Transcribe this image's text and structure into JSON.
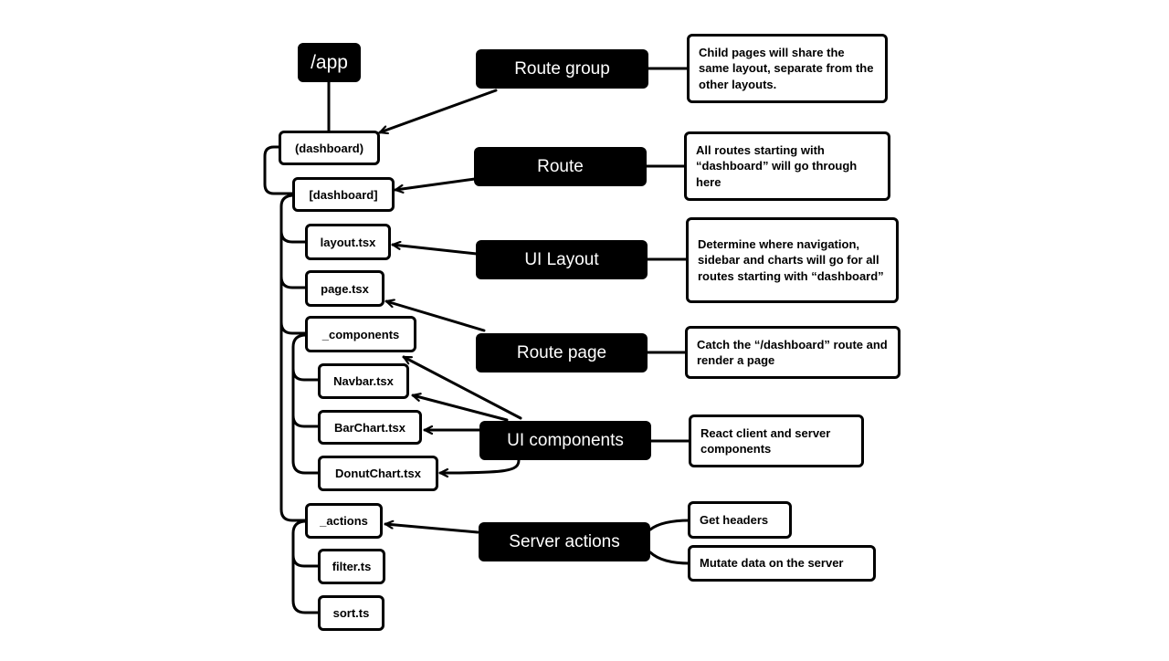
{
  "tree": {
    "root": "/app",
    "dashboard_group": "(dashboard)",
    "dashboard_route": "[dashboard]",
    "layout_file": "layout.tsx",
    "page_file": "page.tsx",
    "components_folder": "_components",
    "navbar_file": "Navbar.tsx",
    "barchart_file": "BarChart.tsx",
    "donutchart_file": "DonutChart.tsx",
    "actions_folder": "_actions",
    "filter_file": "filter.ts",
    "sort_file": "sort.ts"
  },
  "labels": {
    "route_group": "Route group",
    "route": "Route",
    "ui_layout": "UI Layout",
    "route_page": "Route page",
    "ui_components": "UI components",
    "server_actions": "Server actions"
  },
  "notes": {
    "route_group": "Child pages will share the same layout, separate from the other layouts.",
    "route": "All routes starting with “dashboard” will go through here",
    "ui_layout": "Determine where navigation, sidebar and charts will go for all routes starting with “dashboard”",
    "route_page": "Catch the “/dashboard” route and render a page",
    "ui_components": "React client and server components",
    "server_actions_headers": "Get headers",
    "server_actions_mutate": "Mutate data on the server"
  }
}
